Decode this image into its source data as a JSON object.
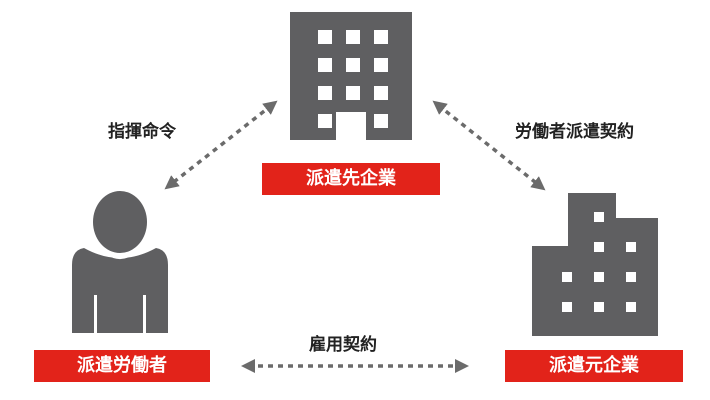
{
  "colors": {
    "icon": "#5f5f61",
    "label_background": "#e2231a",
    "label_text": "#ffffff",
    "arrow": "#6b6b6b",
    "text": "#222222"
  },
  "nodes": {
    "client_company": {
      "label": "派遣先企業",
      "icon": "office-building-icon"
    },
    "dispatched_worker": {
      "label": "派遣労働者",
      "icon": "person-icon"
    },
    "dispatching_company": {
      "label": "派遣元企業",
      "icon": "office-building-icon"
    }
  },
  "relations": {
    "command": {
      "label": "指揮命令"
    },
    "dispatch_contract": {
      "label": "労働者派遣契約"
    },
    "employment_contract": {
      "label": "雇用契約"
    }
  }
}
